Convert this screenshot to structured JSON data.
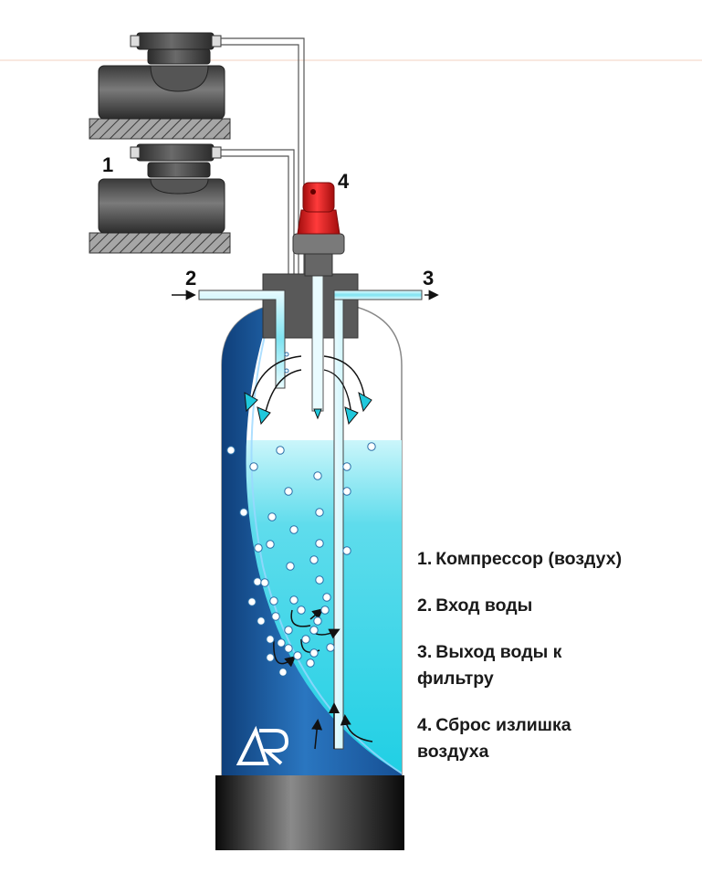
{
  "callouts": {
    "compressor": "1",
    "water_inlet": "2",
    "water_outlet": "3",
    "air_release": "4"
  },
  "legend": [
    {
      "num": "1.",
      "text": "Компрессор (воздух)"
    },
    {
      "num": "2.",
      "text": "Вход воды"
    },
    {
      "num": "3.",
      "text": "Выход воды к фильтру"
    },
    {
      "num": "4.",
      "text": "Сброс излишка воздуха"
    }
  ],
  "logo_text": "AR",
  "colors": {
    "tank_dark_blue": "#1e5aa0",
    "water_cyan": "#3fd6ea",
    "valve_red": "#d81818",
    "compressor_gray": "#4a4a4a",
    "base_black": "#151515"
  }
}
